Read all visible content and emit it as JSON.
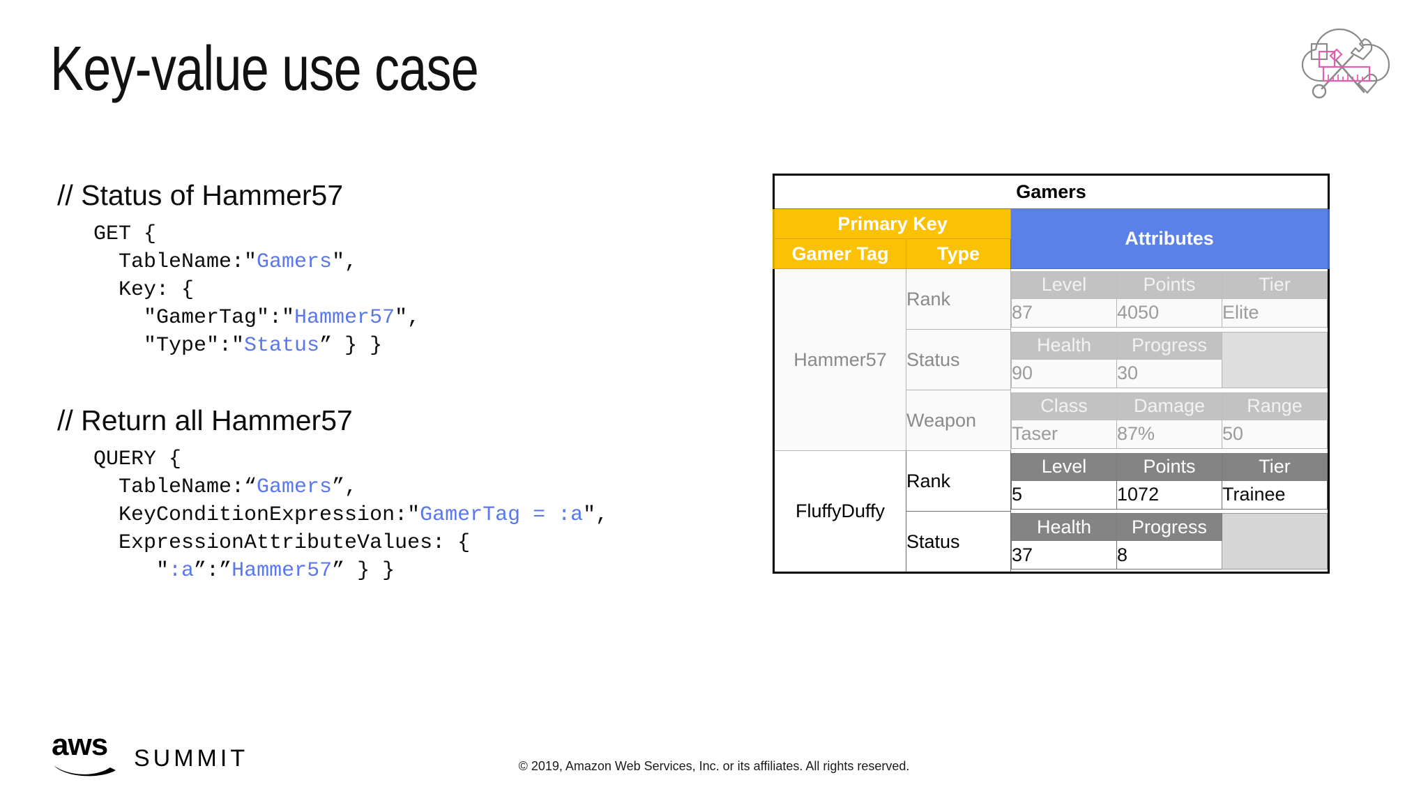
{
  "slide": {
    "title": "Key-value use case",
    "corner_icon": "cloud-tools-icon"
  },
  "code": {
    "groups": [
      {
        "comment": "// Status of Hammer57",
        "lines": [
          [
            {
              "t": "GET {",
              "c": "plain"
            }
          ],
          [
            {
              "t": "  TableName:\"",
              "c": "plain"
            },
            {
              "t": "Gamers",
              "c": "str"
            },
            {
              "t": "\",",
              "c": "plain"
            }
          ],
          [
            {
              "t": "  Key: {",
              "c": "plain"
            }
          ],
          [
            {
              "t": "    \"GamerTag\":\"",
              "c": "plain"
            },
            {
              "t": "Hammer57",
              "c": "str"
            },
            {
              "t": "\",",
              "c": "plain"
            }
          ],
          [
            {
              "t": "    \"Type\":\"",
              "c": "plain"
            },
            {
              "t": "Status",
              "c": "str"
            },
            {
              "t": "” } }",
              "c": "plain"
            }
          ]
        ]
      },
      {
        "comment": "// Return all Hammer57",
        "lines": [
          [
            {
              "t": "QUERY {",
              "c": "plain"
            }
          ],
          [
            {
              "t": "  TableName:“",
              "c": "plain"
            },
            {
              "t": "Gamers",
              "c": "str"
            },
            {
              "t": "”,",
              "c": "plain"
            }
          ],
          [
            {
              "t": "  KeyConditionExpression:\"",
              "c": "plain"
            },
            {
              "t": "GamerTag = :a",
              "c": "str"
            },
            {
              "t": "\",",
              "c": "plain"
            }
          ],
          [
            {
              "t": "  ExpressionAttributeValues: {",
              "c": "plain"
            }
          ],
          [
            {
              "t": "     \"",
              "c": "plain"
            },
            {
              "t": ":a",
              "c": "str"
            },
            {
              "t": "”:”",
              "c": "plain"
            },
            {
              "t": "Hammer57",
              "c": "str"
            },
            {
              "t": "” } }",
              "c": "plain"
            }
          ]
        ]
      }
    ]
  },
  "table": {
    "caption": "Gamers",
    "primary_key_label": "Primary Key",
    "attributes_label": "Attributes",
    "pk_columns": [
      "Gamer Tag",
      "Type"
    ],
    "items": [
      {
        "gamer_tag": "Hammer57",
        "faded": true,
        "types": [
          {
            "type": "Rank",
            "headers": [
              "Level",
              "Points",
              "Tier"
            ],
            "values": [
              "87",
              "4050",
              "Elite"
            ]
          },
          {
            "type": "Status",
            "headers": [
              "Health",
              "Progress",
              ""
            ],
            "values": [
              "90",
              "30",
              ""
            ]
          },
          {
            "type": "Weapon",
            "headers": [
              "Class",
              "Damage",
              "Range"
            ],
            "values": [
              "Taser",
              "87%",
              "50"
            ]
          }
        ]
      },
      {
        "gamer_tag": "FluffyDuffy",
        "faded": false,
        "types": [
          {
            "type": "Rank",
            "headers": [
              "Level",
              "Points",
              "Tier"
            ],
            "values": [
              "5",
              "1072",
              "Trainee"
            ]
          },
          {
            "type": "Status",
            "headers": [
              "Health",
              "Progress",
              ""
            ],
            "values": [
              "37",
              "8",
              ""
            ]
          }
        ]
      }
    ]
  },
  "footer": {
    "brand": "aws",
    "event": "SUMMIT",
    "copyright": "© 2019, Amazon Web Services, Inc. or its affiliates. All rights reserved."
  },
  "colors": {
    "primary_key": "#fbc105",
    "attributes": "#5b81e8",
    "attr_header": "#848484",
    "attr_empty": "#d6d6d6",
    "code_string": "#5b78e8"
  }
}
